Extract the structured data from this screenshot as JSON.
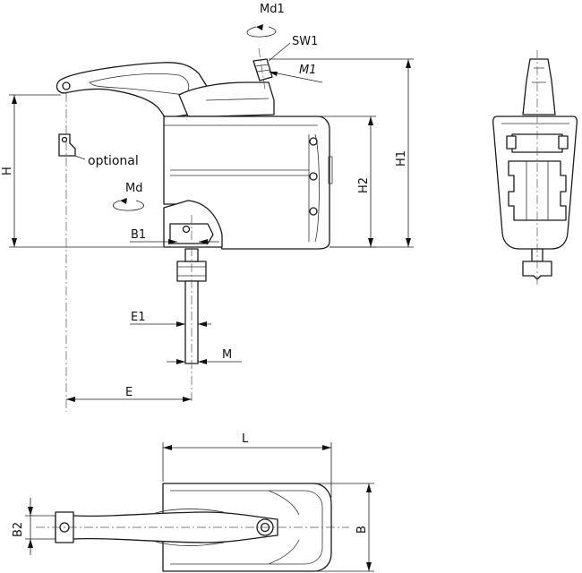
{
  "labels": {
    "md1": "Md1",
    "sw1": "SW1",
    "m1": "M1",
    "h": "H",
    "h1": "H1",
    "h2": "H2",
    "optional": "optional",
    "md": "Md",
    "b1": "B1",
    "e1": "E1",
    "m": "M",
    "e": "E",
    "l": "L",
    "b": "B",
    "b2": "B2"
  }
}
